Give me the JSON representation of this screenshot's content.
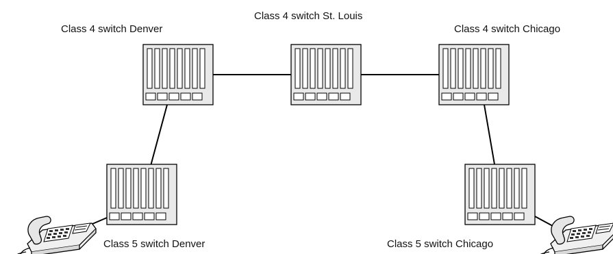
{
  "diagram": {
    "switches": [
      {
        "id": "c4-denver",
        "label": "Class 4 switch Denver"
      },
      {
        "id": "c4-stlouis",
        "label": "Class 4 switch St. Louis"
      },
      {
        "id": "c4-chicago",
        "label": "Class 4 switch Chicago"
      },
      {
        "id": "c5-denver",
        "label": "Class 5 switch Denver"
      },
      {
        "id": "c5-chicago",
        "label": "Class 5 switch Chicago"
      }
    ],
    "links": [
      {
        "from": "c4-denver",
        "to": "c4-stlouis"
      },
      {
        "from": "c4-stlouis",
        "to": "c4-chicago"
      },
      {
        "from": "c4-denver",
        "to": "c5-denver"
      },
      {
        "from": "c4-chicago",
        "to": "c5-chicago"
      },
      {
        "from": "c5-denver",
        "to": "phone-denver"
      },
      {
        "from": "c5-chicago",
        "to": "phone-chicago"
      }
    ],
    "phones": [
      {
        "id": "phone-denver",
        "icon": "telephone-icon"
      },
      {
        "id": "phone-chicago",
        "icon": "telephone-icon"
      }
    ],
    "colors": {
      "switch_fill": "#e9e9e9",
      "line": "#000000"
    }
  }
}
